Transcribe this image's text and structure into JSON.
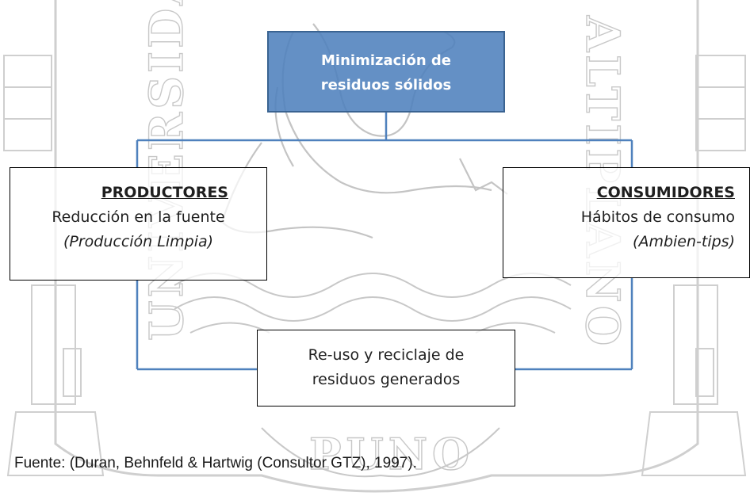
{
  "diagram": {
    "top_box": {
      "line1": "Minimización de",
      "line2": "residuos sólidos"
    },
    "left_box": {
      "title": "PRODUCTORES",
      "subtitle": "Reducción en la fuente",
      "italic": "(Producción Limpia)"
    },
    "right_box": {
      "title": "CONSUMIDORES",
      "subtitle": "Hábitos de consumo",
      "italic": "(Ambien-tips)"
    },
    "bottom_box": {
      "line1": "Re-uso y reciclaje de",
      "line2": "residuos generados"
    },
    "source": "Fuente: (Duran, Behnfeld & Hartwig (Consultor GTZ), 1997).",
    "colors": {
      "top_box_fill": "#4f81bd",
      "connector": "#4f81bd",
      "watermark": "#c8c8c8"
    }
  },
  "watermark": {
    "left_text": "UNIVERSIDAD",
    "right_text": "ALTIPLANO",
    "bottom_text": "PUNO"
  }
}
